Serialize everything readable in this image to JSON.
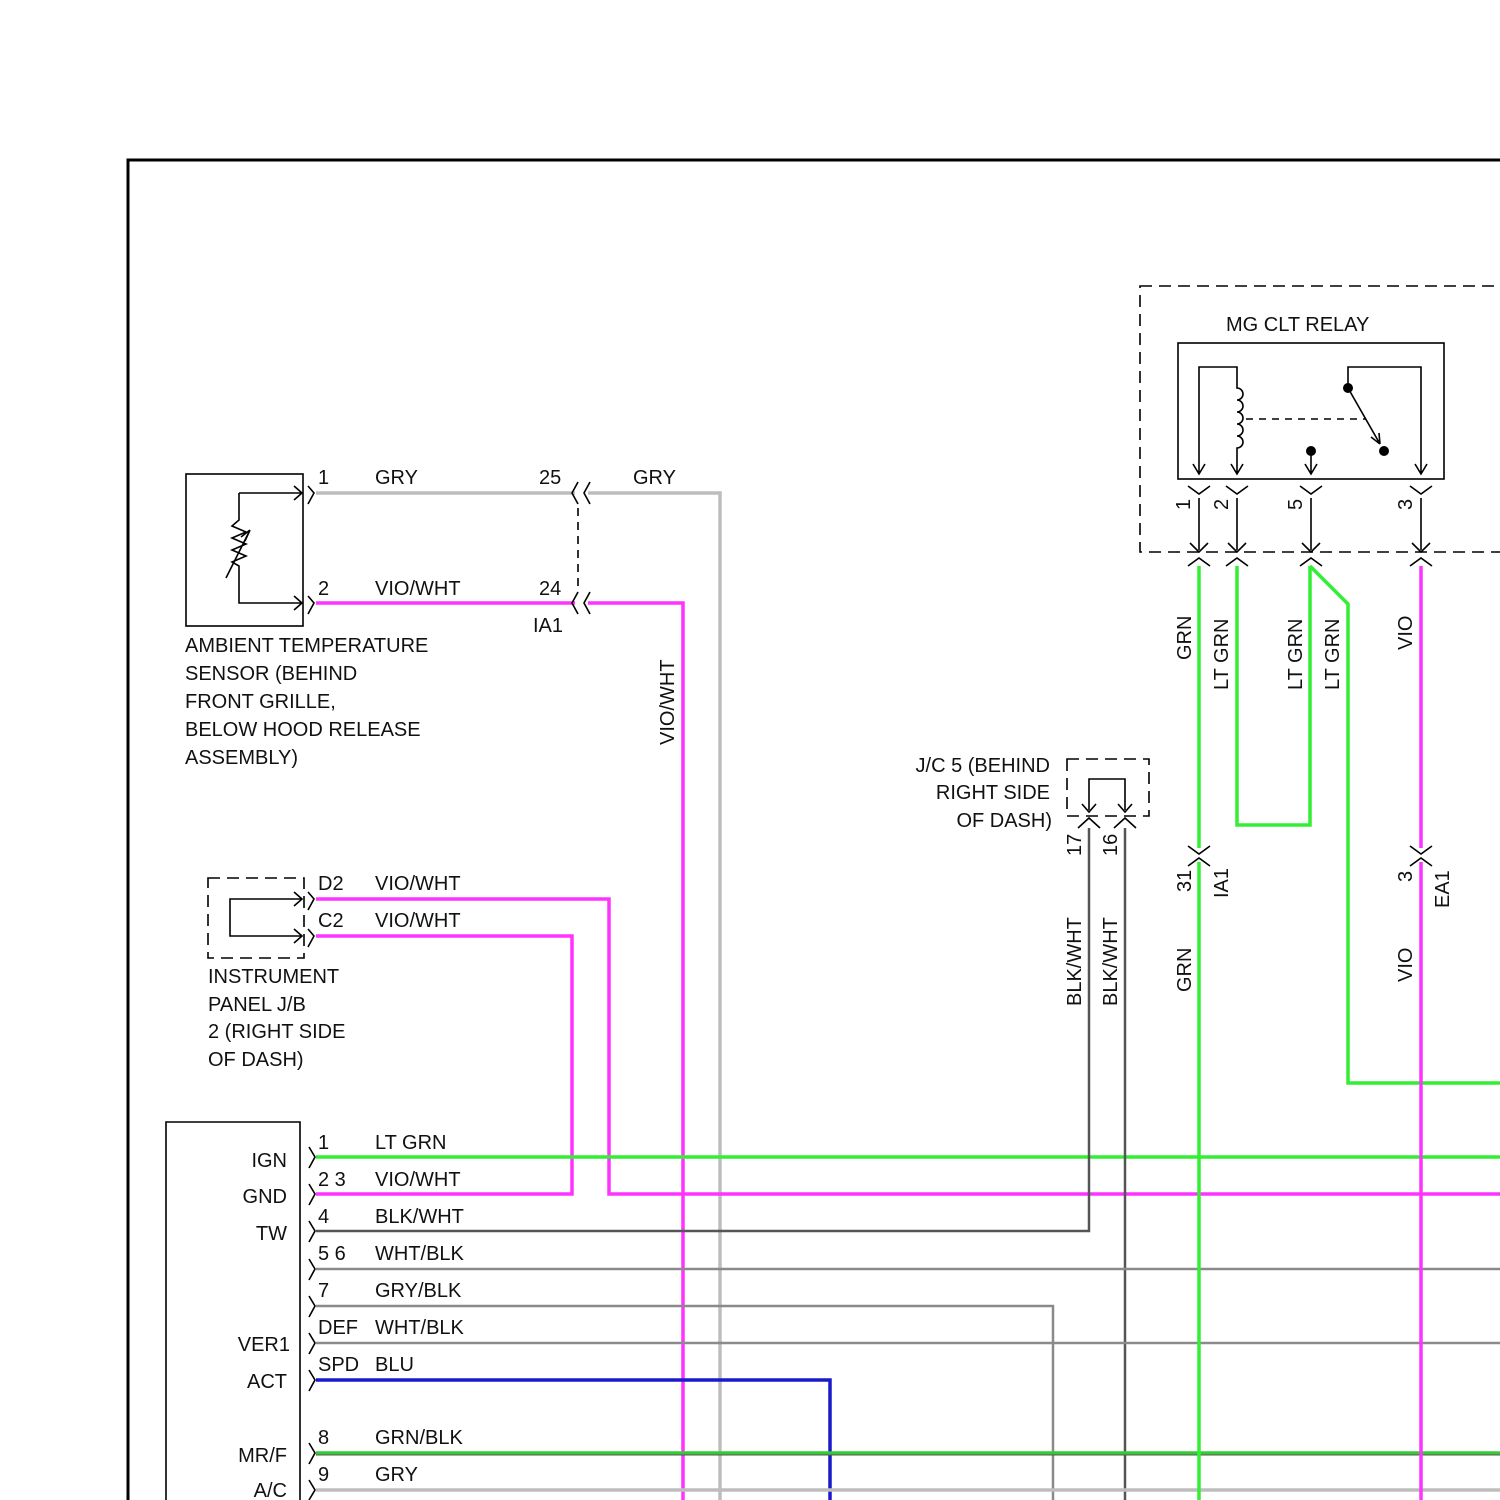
{
  "colors": {
    "GRY": "#bdbdbd",
    "VIO": "#ff33ff",
    "LTGRN": "#33ee33",
    "BLK": "#555555",
    "BLU": "#1a1acc",
    "WHT_BLK": "#8a8a8a",
    "GRY_BLK": "#8a8a8a",
    "GRN_BLK": "#33cc33"
  },
  "ambient_sensor": {
    "label_lines": [
      "AMBIENT TEMPERATURE",
      "SENSOR (BEHIND",
      "FRONT GRILLE,",
      "BELOW HOOD RELEASE",
      "ASSEMBLY)"
    ],
    "pins": [
      {
        "pin": "1",
        "wire": "GRY",
        "conn_pin": "25",
        "wire_out": "GRY"
      },
      {
        "pin": "2",
        "wire": "VIO/WHT",
        "conn_pin": "24"
      }
    ],
    "connector": "IA1",
    "vertical_label": "VIO/WHT"
  },
  "ip_jb": {
    "label_lines": [
      "INSTRUMENT",
      "PANEL J/B",
      "2 (RIGHT SIDE",
      "OF DASH)"
    ],
    "pins": [
      {
        "pin": "D2",
        "wire": "VIO/WHT"
      },
      {
        "pin": "C2",
        "wire": "VIO/WHT"
      }
    ]
  },
  "jc5": {
    "label_lines": [
      "J/C 5 (BEHIND",
      "RIGHT SIDE",
      "OF DASH)"
    ],
    "pins": [
      "17",
      "16"
    ],
    "wires": [
      "BLK/WHT",
      "BLK/WHT"
    ]
  },
  "relay": {
    "title": "MG CLT RELAY",
    "pins": [
      "1",
      "2",
      "5",
      "3"
    ],
    "wires": [
      "GRN",
      "LT GRN",
      "LT GRN",
      "LT GRN",
      "VIO"
    ],
    "lower_connectors": [
      {
        "pin": "31",
        "name": "IA1",
        "wire": "GRN"
      },
      {
        "pin": "3",
        "name": "EA1",
        "wire": "VIO"
      }
    ]
  },
  "module": {
    "terminals": [
      "IGN",
      "GND",
      "TW",
      "VER1",
      "ACT",
      "MR/F",
      "A/C"
    ],
    "rows": [
      {
        "pin": "1",
        "wire": "LT GRN"
      },
      {
        "pin": "2 3",
        "wire": "VIO/WHT"
      },
      {
        "pin": "4",
        "wire": "BLK/WHT"
      },
      {
        "pin": "5 6",
        "wire": "WHT/BLK"
      },
      {
        "pin": "7",
        "wire": "GRY/BLK"
      },
      {
        "pin": "DEF",
        "wire": "WHT/BLK"
      },
      {
        "pin": "SPD",
        "wire": "BLU"
      },
      {
        "pin": "8",
        "wire": "GRN/BLK"
      },
      {
        "pin": "9",
        "wire": "GRY"
      }
    ]
  }
}
